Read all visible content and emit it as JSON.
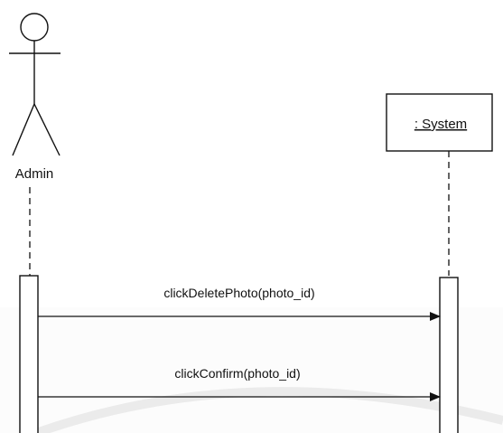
{
  "actor": {
    "name": "Admin"
  },
  "system": {
    "name": ": System"
  },
  "messages": [
    {
      "label": "clickDeletePhoto(photo_id)"
    },
    {
      "label": "clickConfirm(photo_id)"
    }
  ],
  "colors": {
    "ink": "#111111",
    "watermark": "#d9d9d9",
    "background": "#ffffff"
  }
}
